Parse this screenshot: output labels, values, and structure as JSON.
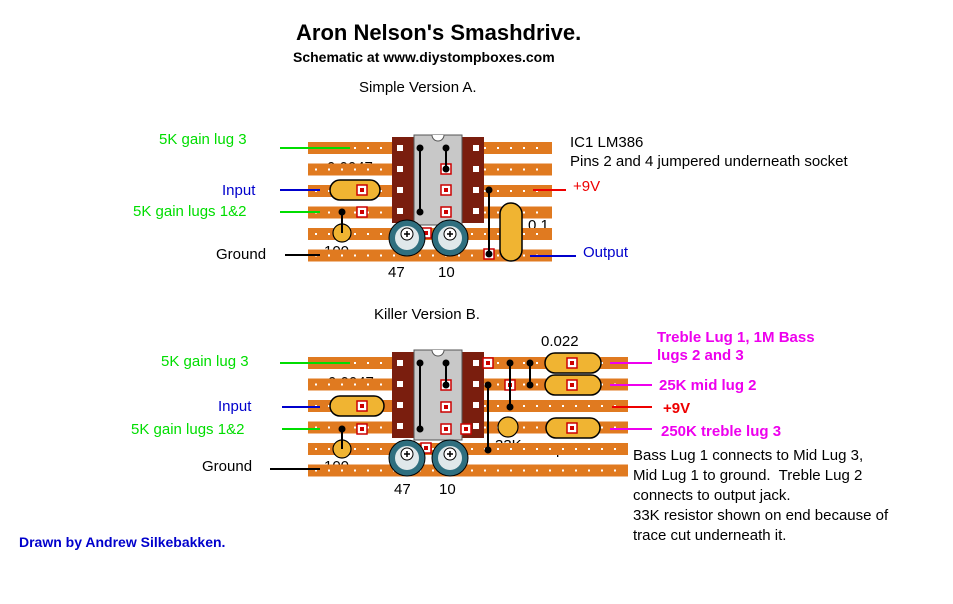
{
  "header": {
    "title": "Aron Nelson's Smashdrive.",
    "subtitle": "Schematic at www.diystompboxes.com"
  },
  "layout_a": {
    "heading": "Simple Version A.",
    "ic_label": "IC1 LM386",
    "ic_note": "Pins 2 and 4 jumpered underneath socket",
    "labels": {
      "gain3": "5K gain lug 3",
      "input": "Input",
      "gain12": "5K gain lugs 1&2",
      "ground": "Ground",
      "v9": "+9V",
      "output": "Output",
      "cap_0047": "0.0047",
      "cap_01": "0.1",
      "r100": "100",
      "c47": "47",
      "c10": "10"
    }
  },
  "layout_b": {
    "heading": "Killer Version B.",
    "labels": {
      "gain3": "5K gain lug 3",
      "input": "Input",
      "gain12": "5K gain lugs 1&2",
      "ground": "Ground",
      "cap_0047": "0.0047",
      "cap_022_top": "0.022",
      "cap_022_mid": "0.022",
      "r33k": "33K",
      "c470pf": "470pF",
      "r100": "100",
      "c47": "47",
      "c10": "10",
      "treble1": "Treble Lug 1, 1M Bass",
      "treble1b": "lugs 2 and 3",
      "mid2": "25K mid lug 2",
      "v9": "+9V",
      "treble3": "250K treble lug 3"
    },
    "note": "Bass Lug 1 connects to Mid Lug 3,\nMid Lug 1 to ground.  Treble Lug 2\nconnects to output jack.\n33K resistor shown on end because of\ntrace cut underneath it."
  },
  "footer": {
    "credit": "Drawn by Andrew Silkebakken."
  },
  "colors": {
    "strip": "#e07a20",
    "component": "#f0b432",
    "ic_socket": "#7a1e0e",
    "ic_body": "#c8c8c8",
    "electrolytic": "#2f6f7f",
    "lead_green": "#00dd00",
    "lead_blue": "#0000cc",
    "lead_red": "#ee0000",
    "lead_magenta": "#ee00ee"
  }
}
